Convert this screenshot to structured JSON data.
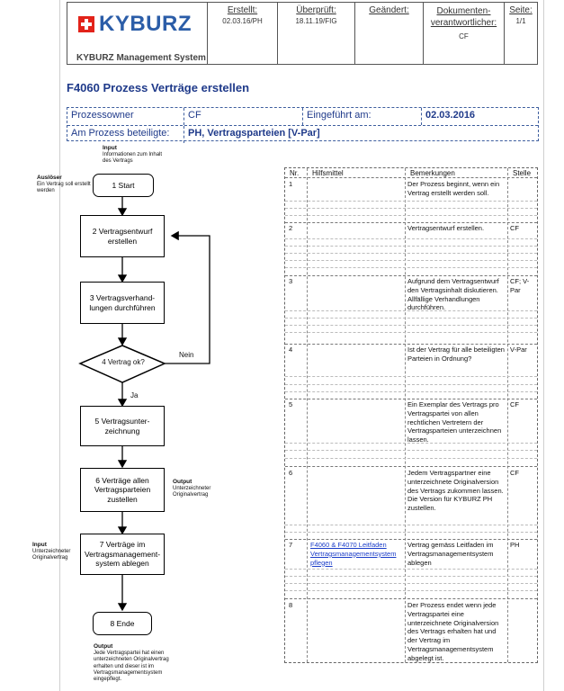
{
  "header": {
    "brand": "KYBURZ",
    "system": "KYBURZ Management System",
    "created_label": "Erstellt:",
    "created_value": "02.03.16/PH",
    "checked_label": "Überprüft:",
    "checked_value": "18.11.19/FIG",
    "changed_label": "Geändert:",
    "changed_value": "",
    "owner_label": "Dokumenten-verantwortlicher:",
    "owner_value": "CF",
    "page_label": "Seite:",
    "page_value": "1/1"
  },
  "title": "F4060 Prozess Verträge erstellen",
  "info": {
    "owner_label": "Prozessowner",
    "owner_value": "CF",
    "intro_label": "Eingeführt am:",
    "intro_value": "02.03.2016",
    "parties_label": "Am Prozess beteiligte:",
    "parties_value": "PH, Vertragsparteien [V-Par]"
  },
  "flow": {
    "input_top_title": "Input",
    "input_top_text": "Informationen zum Inhalt des Vertrags",
    "trigger_title": "Auslöser",
    "trigger_text": "Ein Vertrag soll erstellt werden",
    "step1": "1 Start",
    "step2": "2 Vertragsentwurf erstellen",
    "step3": "3 Vertragsverhand-lungen durchführen",
    "step4": "4 Vertrag ok?",
    "no_label": "Nein",
    "yes_label": "Ja",
    "step5": "5 Vertragsunter-zeichnung",
    "step6": "6 Verträge allen Vertragsparteien zustellen",
    "output6_title": "Output",
    "output6_text": "Unterzeichneter Originalvertrag",
    "step7": "7 Verträge im Vertragsmanagement-system ablegen",
    "input7_title": "Input",
    "input7_text": "Unterzeichneter Originalvertrag",
    "step8": "8 Ende",
    "output8_title": "Output",
    "output8_text": "Jede Vertragspartei hat einen unterzeichneten Originalvertrag erhalten und dieser ist im Vertragsmanagementsystem eingepflegt."
  },
  "table": {
    "headers": {
      "nr": "Nr.",
      "aid": "Hilfsmittel",
      "remarks": "Bemerkungen",
      "role": "Stelle"
    },
    "rows": [
      {
        "nr": "1",
        "aid": "",
        "remarks": "Der Prozess beginnt, wenn ein Vertrag erstellt werden soll.",
        "role": ""
      },
      {
        "nr": "2",
        "aid": "",
        "remarks": "Vertragsentwurf erstellen.",
        "role": "CF"
      },
      {
        "nr": "3",
        "aid": "",
        "remarks": "Aufgrund dem Vertragsentwurf den Vertragsinhalt diskutieren. Allfällige Verhandlungen durchführen.",
        "role": "CF; V-Par"
      },
      {
        "nr": "4",
        "aid": "",
        "remarks": "Ist der Vertrag für alle beteiligten Parteien in Ordnung?",
        "role": "V-Par"
      },
      {
        "nr": "5",
        "aid": "",
        "remarks": "Ein Exemplar des Vertrags pro Vertragspartei von allen rechtlichen Vertretern der Vertragsparteien unterzeichnen lassen.",
        "role": "CF"
      },
      {
        "nr": "6",
        "aid": "",
        "remarks": "Jedem Vertragspartner eine unterzeichnete Originalversion des Vertrags zukommen lassen. Die Version für KYBURZ PH zustellen.",
        "role": "CF"
      },
      {
        "nr": "7",
        "aid": "F4060 & F4070 Leitfaden Vertragsmanagementsystem pflegen",
        "remarks": "Vertrag gemäss Leitfaden im Vertragsmanagementsystem ablegen",
        "role": "PH"
      },
      {
        "nr": "8",
        "aid": "",
        "remarks": "Der Prozess endet wenn jede Vertragspartei eine unterzeichnete Originalversion des Vertrags erhalten hat und der Vertrag im Vertragsmanagementsystem abgelegt ist.",
        "role": ""
      }
    ]
  }
}
